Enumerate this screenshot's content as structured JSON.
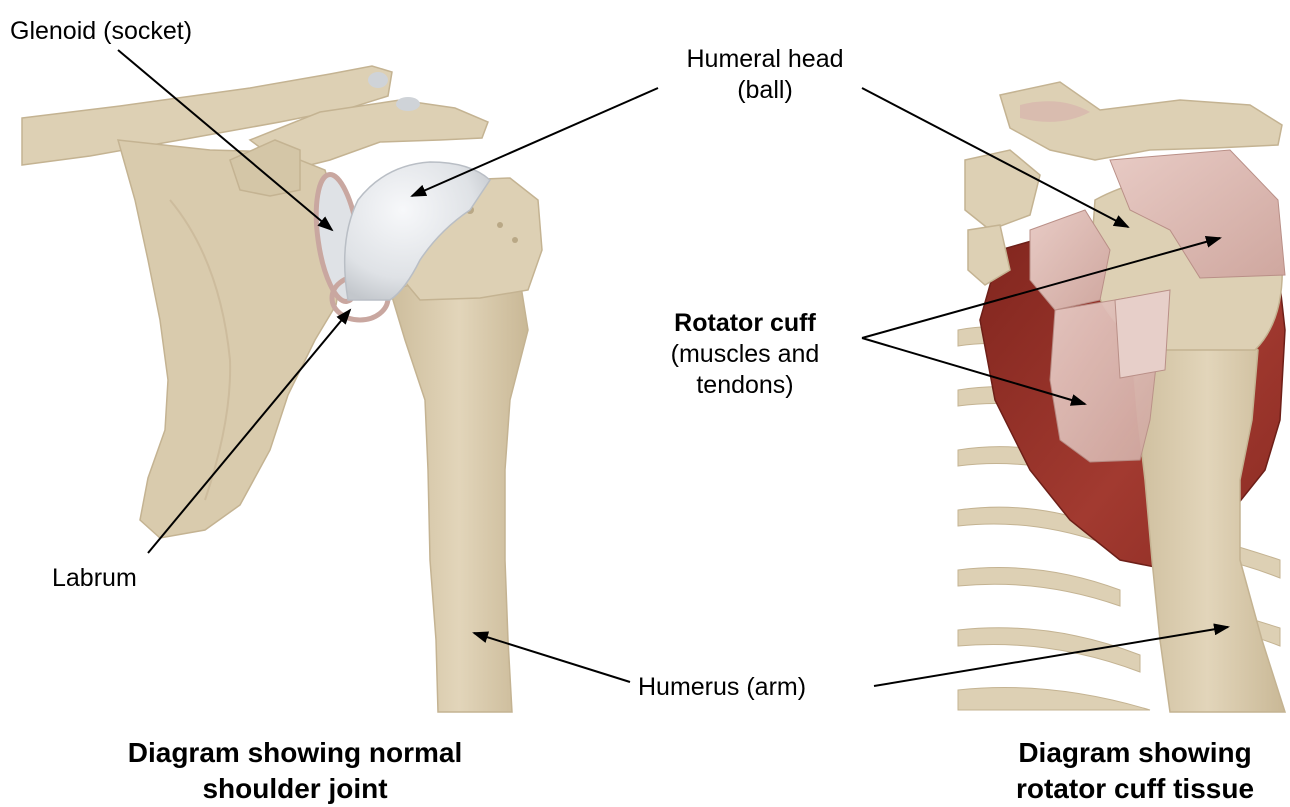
{
  "labels": {
    "glenoid": "Glenoid (socket)",
    "humeral_head_line1": "Humeral head",
    "humeral_head_line2": "(ball)",
    "labrum": "Labrum",
    "rotator_cuff_title": "Rotator cuff",
    "rotator_cuff_line2": "(muscles and",
    "rotator_cuff_line3": "tendons)",
    "humerus": "Humerus (arm)"
  },
  "captions": {
    "left_line1": "Diagram showing normal",
    "left_line2": "shoulder joint",
    "right_line1": "Diagram showing",
    "right_line2": "rotator cuff tissue"
  },
  "colors": {
    "bone": "#ddd0b4",
    "bone_shadow": "#c4b392",
    "humeral_head": "#e6e8eb",
    "labrum": "#c9a7a0",
    "cuff_tendon": "#dcb9b3",
    "cuff_muscle": "#8e2b22",
    "arrow": "#000000"
  }
}
